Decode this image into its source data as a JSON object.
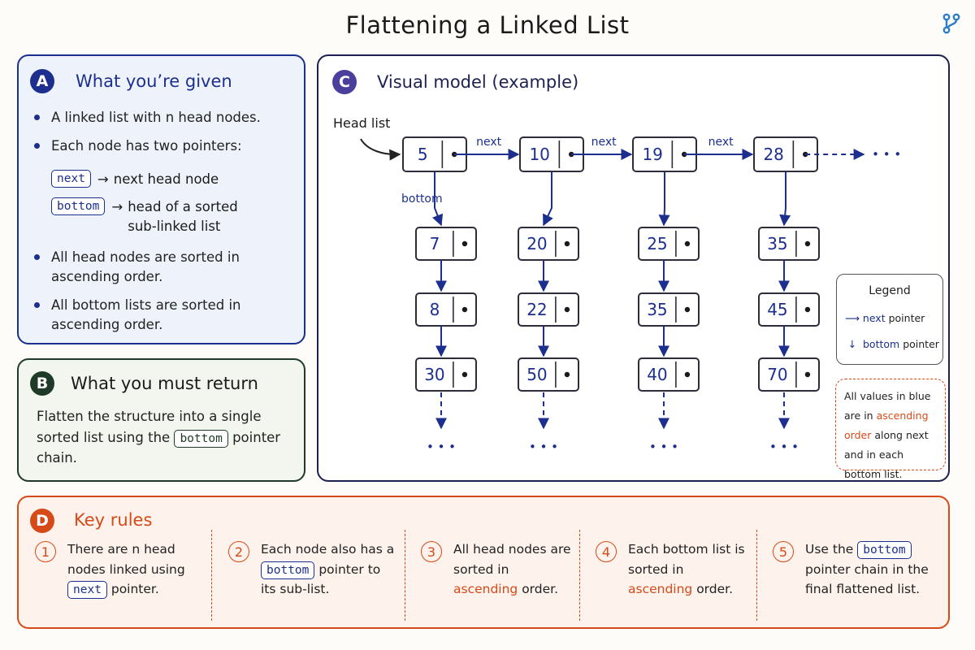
{
  "title": "Flattening a Linked List",
  "logo_icon": "branch-icon",
  "colors": {
    "navy": "#1c2f8f",
    "green": "#1f3b27",
    "orange": "#d64a18",
    "purple": "#4a3f9c"
  },
  "panel_a": {
    "badge": "A",
    "title": "What you’re given",
    "bullet1": "A linked list with n head nodes.",
    "bullet2": "Each node has two pointers:",
    "next_tag": "next",
    "next_desc": "next head node",
    "bottom_tag": "bottom",
    "bottom_desc": "head of a sorted sub-linked list",
    "arrow": "→",
    "bullet3": "All head nodes are sorted in ascending order.",
    "bullet4": "All bottom lists are sorted in ascending order."
  },
  "panel_b": {
    "badge": "B",
    "title": "What you must return",
    "text_pre": "Flatten the structure into a single sorted list using the",
    "tag": "bottom",
    "text_post": "pointer chain."
  },
  "panel_c": {
    "badge": "C",
    "title": "Visual model (example)",
    "head_list_label": "Head list",
    "next_label": "next",
    "bottom_label": "bottom",
    "ellipsis": "• • •",
    "columns": [
      {
        "head": "5",
        "bottom": [
          "7",
          "8",
          "30"
        ]
      },
      {
        "head": "10",
        "bottom": [
          "20",
          "22",
          "50"
        ]
      },
      {
        "head": "19",
        "bottom": [
          "25",
          "35",
          "40"
        ]
      },
      {
        "head": "28",
        "bottom": [
          "35",
          "45",
          "70"
        ]
      }
    ],
    "legend": {
      "title": "Legend",
      "next_word": "next",
      "bottom_word": "bottom",
      "pointer_word": "pointer"
    },
    "note": {
      "pre": "All values in blue are in",
      "highlight": "ascending order",
      "post": "along next and in each bottom list."
    }
  },
  "panel_d": {
    "badge": "D",
    "title": "Key rules",
    "rules": [
      {
        "num": "1",
        "pre": "There are n head nodes linked using",
        "tag": "next",
        "post": "pointer."
      },
      {
        "num": "2",
        "pre": "Each node also has a",
        "tag": "bottom",
        "post": "pointer to its sub-list."
      },
      {
        "num": "3",
        "pre": "All head nodes are sorted in",
        "highlight": "ascending",
        "post": "order."
      },
      {
        "num": "4",
        "pre": "Each bottom list is sorted in",
        "highlight": "ascending",
        "post": "order."
      },
      {
        "num": "5",
        "pre": "Use the",
        "tag": "bottom",
        "post": "pointer chain in the final flattened list."
      }
    ]
  }
}
